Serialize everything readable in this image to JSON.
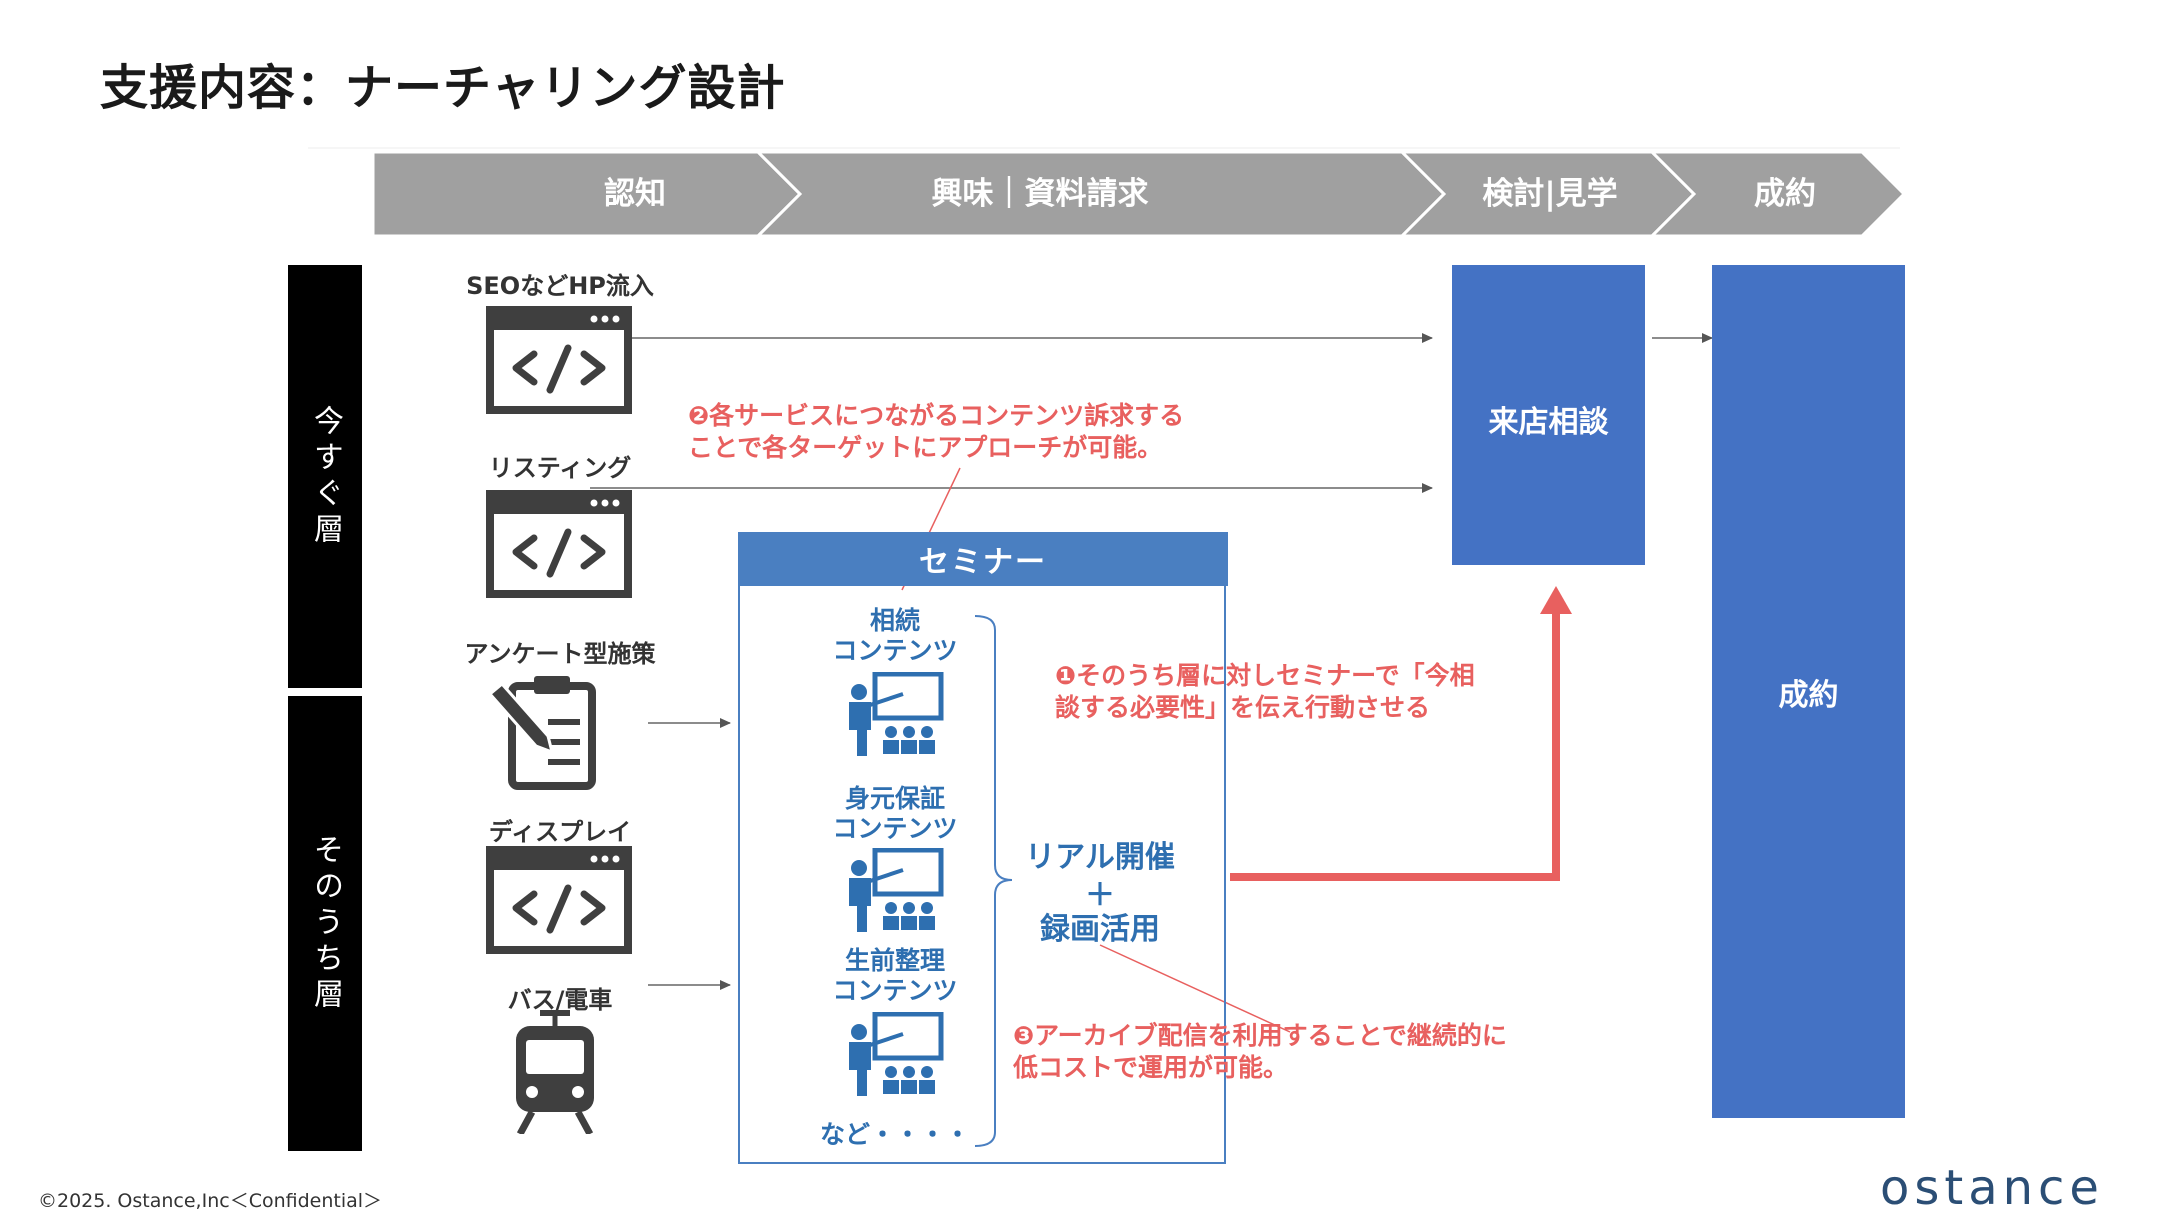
{
  "title": "支援内容：ナーチャリング設計",
  "stages": [
    "認知",
    "興味｜資料請求",
    "検討|見学",
    "成約"
  ],
  "layers": [
    "今すぐ層",
    "そのうち層"
  ],
  "channels": {
    "seo": "SEOなどHP流入",
    "listing": "リスティング",
    "survey": "アンケート型施策",
    "display": "ディスプレイ",
    "bus": "バス/電車"
  },
  "seminar": {
    "title": "セミナー",
    "items": [
      "相続\nコンテンツ",
      "身元保証\nコンテンツ",
      "生前整理\nコンテンツ"
    ],
    "etc": "など・・・・"
  },
  "real": {
    "line1": "リアル開催",
    "plus": "＋",
    "line2": "録画活用"
  },
  "boxes": {
    "consult": "来店相談",
    "contract": "成約"
  },
  "notes": {
    "n1": "❶そのうち層に対しセミナーで「今相\n談する必要性」を伝え行動させる",
    "n2": "❷各サービスにつながるコンテンツ訴求する\nことで各ターゲットにアプローチが可能。",
    "n3": "❸アーカイブ配信を利用することで継続的に\n低コストで運用が可能。"
  },
  "footer": "©2025. Ostance,Inc＜Confidential＞",
  "logo": "ostance",
  "icons": [
    "code-window-icon",
    "survey-pencil-icon",
    "train-icon",
    "presenter-icon"
  ],
  "colors": {
    "stage_gray": "#a0a0a0",
    "blue": "#4472c4",
    "red": "#e8605f"
  }
}
